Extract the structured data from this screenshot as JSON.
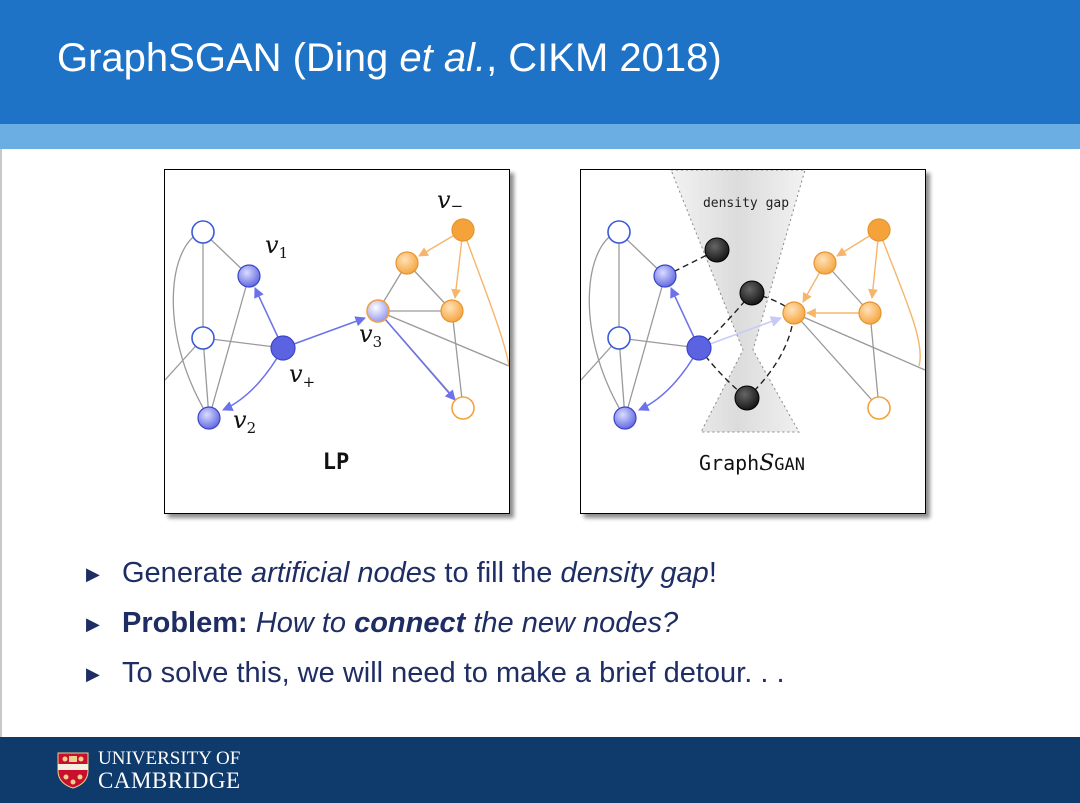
{
  "title": {
    "main": "GraphSGAN (Ding ",
    "etal": "et al.",
    "rest": ", CIKM 2018)"
  },
  "figure_left": {
    "caption": "LP",
    "labels": {
      "v_minus": "v",
      "v_minus_sub": "−",
      "v1": "v",
      "v1_sub": "1",
      "v_plus": "v",
      "v_plus_sub": "+",
      "v2": "v",
      "v2_sub": "2",
      "v3": "v",
      "v3_sub": "3"
    }
  },
  "figure_right": {
    "gap_label": "density gap",
    "caption_a": "Graph",
    "caption_b": "S",
    "caption_c": "GAN"
  },
  "bullets": [
    {
      "marker": "▶",
      "p1": "Generate ",
      "p2": "artificial nodes",
      "p3": " to fill the ",
      "p4": "density gap",
      "p5": "!"
    },
    {
      "marker": "▶",
      "p1": "Problem:",
      "p2": " ",
      "p3": "How to ",
      "p4": "connect",
      "p5": " the new nodes?"
    },
    {
      "marker": "▶",
      "p1": "To solve this, we will need to make a brief detour. . ."
    }
  ],
  "footer": {
    "line1": "UNIVERSITY OF",
    "line2": "CAMBRIDGE"
  },
  "colors": {
    "header": "#1e73c7",
    "strip": "#6aaee3",
    "footer": "#0e3a6c",
    "blue_node": "#5b63e0",
    "orange_node": "#f5a23a",
    "black_node": "#222222",
    "text": "#1e2d63"
  }
}
